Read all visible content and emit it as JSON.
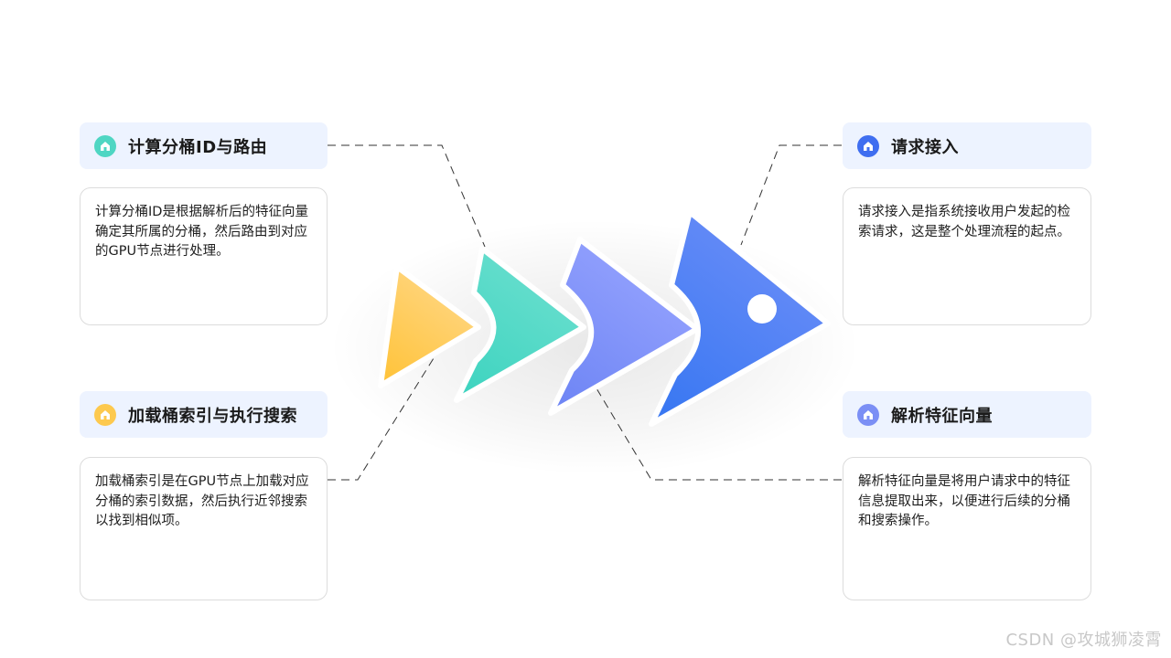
{
  "steps": [
    {
      "title": "计算分桶ID与路由",
      "body": "计算分桶ID是根据解析后的特征向量确定其所属的分桶，然后路由到对应的GPU节点进行处理。",
      "icon": "home-icon",
      "color": "#4fd6c3"
    },
    {
      "title": "加载桶索引与执行搜索",
      "body": "加载桶索引是在GPU节点上加载对应分桶的索引数据，然后执行近邻搜索以找到相似项。",
      "icon": "home-icon",
      "color": "#fdc94e"
    },
    {
      "title": "请求接入",
      "body": "请求接入是指系统接收用户发起的检索请求，这是整个处理流程的起点。",
      "icon": "home-icon",
      "color": "#3f6ef0"
    },
    {
      "title": "解析特征向量",
      "body": "解析特征向量是将用户请求中的特征信息提取出来，以便进行后续的分桶和搜索操作。",
      "icon": "home-icon",
      "color": "#7b8ff5"
    }
  ],
  "watermark": "CSDN @攻城狮凌霄"
}
